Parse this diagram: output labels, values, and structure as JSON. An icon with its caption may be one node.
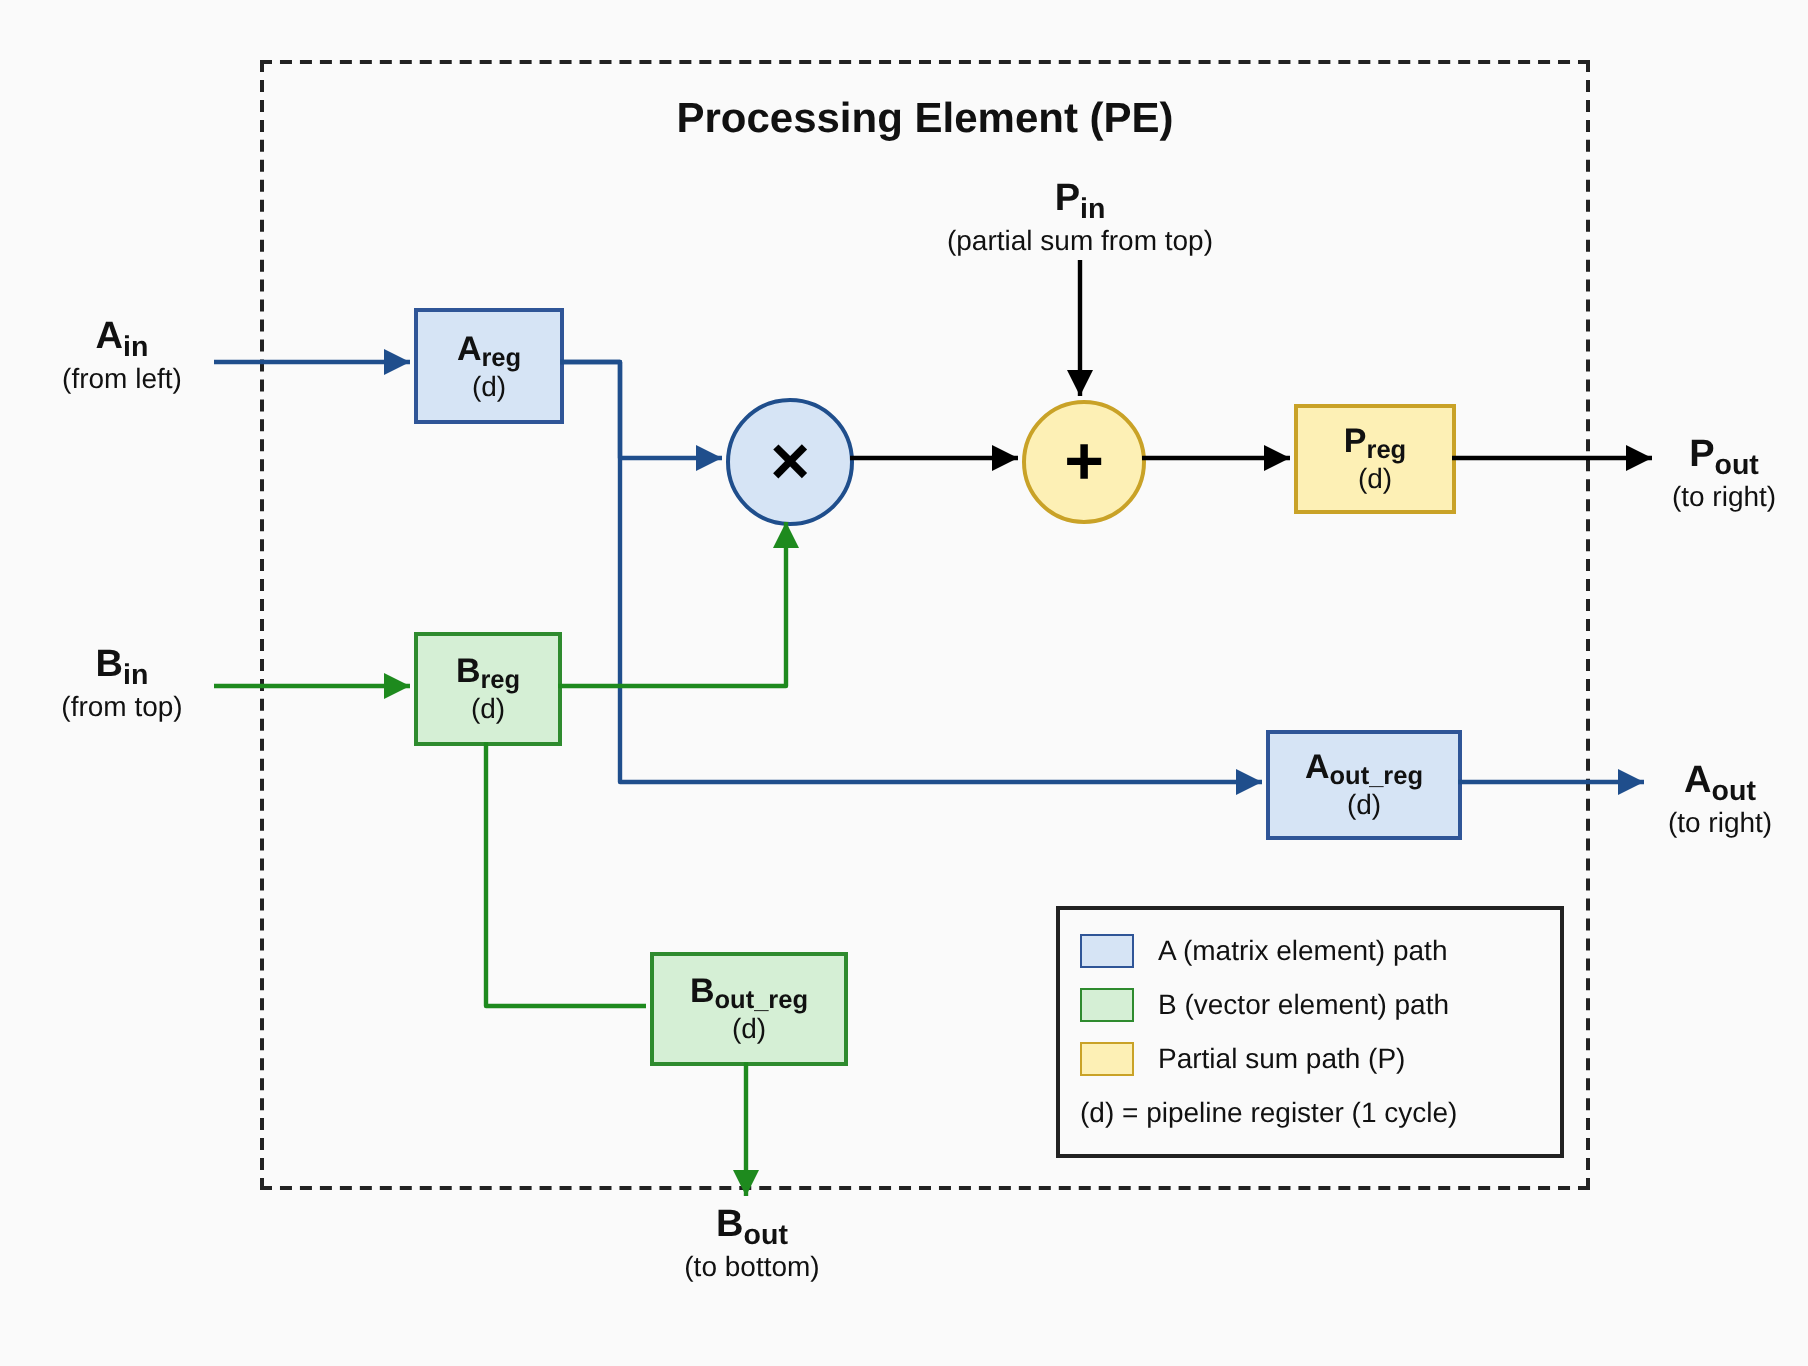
{
  "diagram": {
    "nodes": [
      {
        "text": [
          "Processing Element (PE)"
        ]
      },
      {
        "text": [
          "A$_{in}$",
          "(from left)"
        ]
      },
      {
        "text": [
          "B$_{in}$",
          "(from top)"
        ]
      },
      {
        "text": [
          "P$_{in}$",
          "(partial sum from top)"
        ],
        "in": 0
      },
      {
        "text": [
          "A$_{reg}$",
          "(d)"
        ],
        "in": 0
      },
      {
        "text": [
          "×"
        ],
        "in": 0
      },
      {
        "text": [
          "+"
        ],
        "in": 0
      },
      {
        "text": [
          "P$_{reg}$",
          "(d)"
        ],
        "in": 0
      },
      {
        "text": [
          "B$_{reg}$",
          "(d)"
        ],
        "in": 0
      },
      {
        "text": [
          "A$_{out_reg}$",
          "(d)"
        ],
        "in": 0
      },
      {
        "text": [
          "B$_{out_reg}$",
          "(d)"
        ],
        "in": 0
      },
      {
        "text": [
          "P$_{out}$",
          "(to right)"
        ]
      },
      {
        "text": [
          "A$_{out}$",
          "(to right)"
        ]
      },
      {
        "text": [
          "B$_{out}$",
          "(to bottom)"
        ]
      }
    ],
    "edges": [
      {
        "from": 1,
        "to": 4,
        "arrow": "to",
        "color": "#1f4e8c"
      },
      {
        "from": 4,
        "to": 5,
        "arrow": "to",
        "color": "#1f4e8c"
      },
      {
        "from": 4,
        "to": 9,
        "arrow": "to",
        "color": "#1f4e8c"
      },
      {
        "from": 2,
        "to": 8,
        "arrow": "to",
        "color": "#1e8a1e"
      },
      {
        "from": 8,
        "to": 5,
        "arrow": "to",
        "color": "#1e8a1e"
      },
      {
        "from": 8,
        "to": 10,
        "arrow": "none",
        "color": "#1e8a1e"
      },
      {
        "from": 5,
        "to": 6,
        "arrow": "to",
        "color": "#000000"
      },
      {
        "from": 3,
        "to": 6,
        "arrow": "to",
        "color": "#000000"
      },
      {
        "from": 6,
        "to": 7,
        "arrow": "to",
        "color": "#000000"
      },
      {
        "from": 7,
        "to": 11,
        "arrow": "to",
        "color": "#000000"
      },
      {
        "from": 9,
        "to": 12,
        "arrow": "to",
        "color": "#1f4e8c"
      },
      {
        "from": 10,
        "to": 13,
        "arrow": "to",
        "color": "#1e8a1e"
      }
    ],
    "labels": [
      "(d) = pipeline register (1 cycle)"
    ],
    "legend": [
      {
        "text": "A (matrix element) path",
        "color": "#d6e4f5"
      },
      {
        "text": "B (vector element) path",
        "color": "#d5efd5"
      },
      {
        "text": "Partial sum path (P)",
        "color": "#fdf0b5"
      }
    ]
  }
}
